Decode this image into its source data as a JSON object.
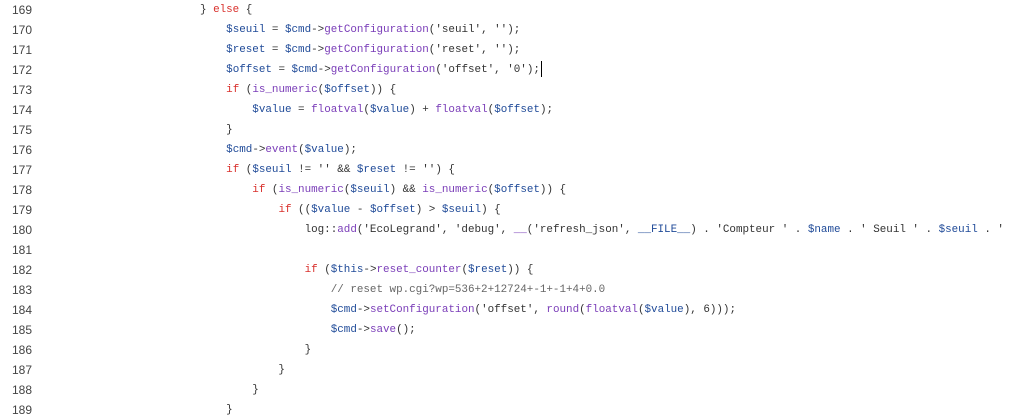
{
  "editor": {
    "cursor_line": 172,
    "colors": {
      "keyword": "#d9302c",
      "variable": "#1f4a98",
      "function": "#7a3db8",
      "comment": "#666666",
      "plain": "#333333"
    },
    "lines": [
      {
        "n": "169",
        "t": [
          [
            "p",
            "} "
          ],
          [
            "k",
            "else"
          ],
          [
            "p",
            " {"
          ]
        ]
      },
      {
        "n": "170",
        "t": [
          [
            "p",
            "    "
          ],
          [
            "v",
            "$seuil"
          ],
          [
            "p",
            " = "
          ],
          [
            "v",
            "$cmd"
          ],
          [
            "p",
            "->"
          ],
          [
            "f",
            "getConfiguration"
          ],
          [
            "p",
            "('seuil', '');"
          ]
        ]
      },
      {
        "n": "171",
        "t": [
          [
            "p",
            "    "
          ],
          [
            "v",
            "$reset"
          ],
          [
            "p",
            " = "
          ],
          [
            "v",
            "$cmd"
          ],
          [
            "p",
            "->"
          ],
          [
            "f",
            "getConfiguration"
          ],
          [
            "p",
            "('reset', '');"
          ]
        ]
      },
      {
        "n": "172",
        "t": [
          [
            "p",
            "    "
          ],
          [
            "v",
            "$offset"
          ],
          [
            "p",
            " = "
          ],
          [
            "v",
            "$cmd"
          ],
          [
            "p",
            "->"
          ],
          [
            "f",
            "getConfiguration"
          ],
          [
            "p",
            "('offset', '0');"
          ]
        ]
      },
      {
        "n": "173",
        "t": [
          [
            "p",
            "    "
          ],
          [
            "k",
            "if"
          ],
          [
            "p",
            " ("
          ],
          [
            "f",
            "is_numeric"
          ],
          [
            "p",
            "("
          ],
          [
            "v",
            "$offset"
          ],
          [
            "p",
            ")) {"
          ]
        ]
      },
      {
        "n": "174",
        "t": [
          [
            "p",
            "        "
          ],
          [
            "v",
            "$value"
          ],
          [
            "p",
            " = "
          ],
          [
            "f",
            "floatval"
          ],
          [
            "p",
            "("
          ],
          [
            "v",
            "$value"
          ],
          [
            "p",
            ") + "
          ],
          [
            "f",
            "floatval"
          ],
          [
            "p",
            "("
          ],
          [
            "v",
            "$offset"
          ],
          [
            "p",
            ");"
          ]
        ]
      },
      {
        "n": "175",
        "t": [
          [
            "p",
            "    }"
          ]
        ]
      },
      {
        "n": "176",
        "t": [
          [
            "p",
            "    "
          ],
          [
            "v",
            "$cmd"
          ],
          [
            "p",
            "->"
          ],
          [
            "f",
            "event"
          ],
          [
            "p",
            "("
          ],
          [
            "v",
            "$value"
          ],
          [
            "p",
            ");"
          ]
        ]
      },
      {
        "n": "177",
        "t": [
          [
            "p",
            "    "
          ],
          [
            "k",
            "if"
          ],
          [
            "p",
            " ("
          ],
          [
            "v",
            "$seuil"
          ],
          [
            "p",
            " != '' && "
          ],
          [
            "v",
            "$reset"
          ],
          [
            "p",
            " != '') {"
          ]
        ]
      },
      {
        "n": "178",
        "t": [
          [
            "p",
            "        "
          ],
          [
            "k",
            "if"
          ],
          [
            "p",
            " ("
          ],
          [
            "f",
            "is_numeric"
          ],
          [
            "p",
            "("
          ],
          [
            "v",
            "$seuil"
          ],
          [
            "p",
            ") && "
          ],
          [
            "f",
            "is_numeric"
          ],
          [
            "p",
            "("
          ],
          [
            "v",
            "$offset"
          ],
          [
            "p",
            ")) {"
          ]
        ]
      },
      {
        "n": "179",
        "t": [
          [
            "p",
            "            "
          ],
          [
            "k",
            "if"
          ],
          [
            "p",
            " (("
          ],
          [
            "v",
            "$value"
          ],
          [
            "p",
            " - "
          ],
          [
            "v",
            "$offset"
          ],
          [
            "p",
            ") > "
          ],
          [
            "v",
            "$seuil"
          ],
          [
            "p",
            ") {"
          ]
        ]
      },
      {
        "n": "180",
        "t": [
          [
            "p",
            "                log::"
          ],
          [
            "f",
            "add"
          ],
          [
            "p",
            "('EcoLegrand', 'debug', "
          ],
          [
            "f",
            "__"
          ],
          [
            "p",
            "('refresh_json', "
          ],
          [
            "v",
            "__FILE__"
          ],
          [
            "p",
            ") . 'Compteur ' . "
          ],
          [
            "v",
            "$name"
          ],
          [
            "p",
            " . ' Seuil ' . "
          ],
          [
            "v",
            "$seuil"
          ],
          [
            "p",
            " . '"
          ]
        ]
      },
      {
        "n": "181",
        "t": []
      },
      {
        "n": "182",
        "t": [
          [
            "p",
            "                "
          ],
          [
            "k",
            "if"
          ],
          [
            "p",
            " ("
          ],
          [
            "v",
            "$this"
          ],
          [
            "p",
            "->"
          ],
          [
            "f",
            "reset_counter"
          ],
          [
            "p",
            "("
          ],
          [
            "v",
            "$reset"
          ],
          [
            "p",
            ")) {"
          ]
        ]
      },
      {
        "n": "183",
        "t": [
          [
            "p",
            "                    "
          ],
          [
            "c",
            "// reset wp.cgi?wp=536+2+12724+-1+-1+4+0.0"
          ]
        ]
      },
      {
        "n": "184",
        "t": [
          [
            "p",
            "                    "
          ],
          [
            "v",
            "$cmd"
          ],
          [
            "p",
            "->"
          ],
          [
            "f",
            "setConfiguration"
          ],
          [
            "p",
            "('offset', "
          ],
          [
            "f",
            "round"
          ],
          [
            "p",
            "("
          ],
          [
            "f",
            "floatval"
          ],
          [
            "p",
            "("
          ],
          [
            "v",
            "$value"
          ],
          [
            "p",
            "), 6)));"
          ]
        ]
      },
      {
        "n": "185",
        "t": [
          [
            "p",
            "                    "
          ],
          [
            "v",
            "$cmd"
          ],
          [
            "p",
            "->"
          ],
          [
            "f",
            "save"
          ],
          [
            "p",
            "();"
          ]
        ]
      },
      {
        "n": "186",
        "t": [
          [
            "p",
            "                }"
          ]
        ]
      },
      {
        "n": "187",
        "t": [
          [
            "p",
            "            }"
          ]
        ]
      },
      {
        "n": "188",
        "t": [
          [
            "p",
            "        }"
          ]
        ]
      },
      {
        "n": "189",
        "t": [
          [
            "p",
            "    }"
          ]
        ]
      }
    ]
  }
}
